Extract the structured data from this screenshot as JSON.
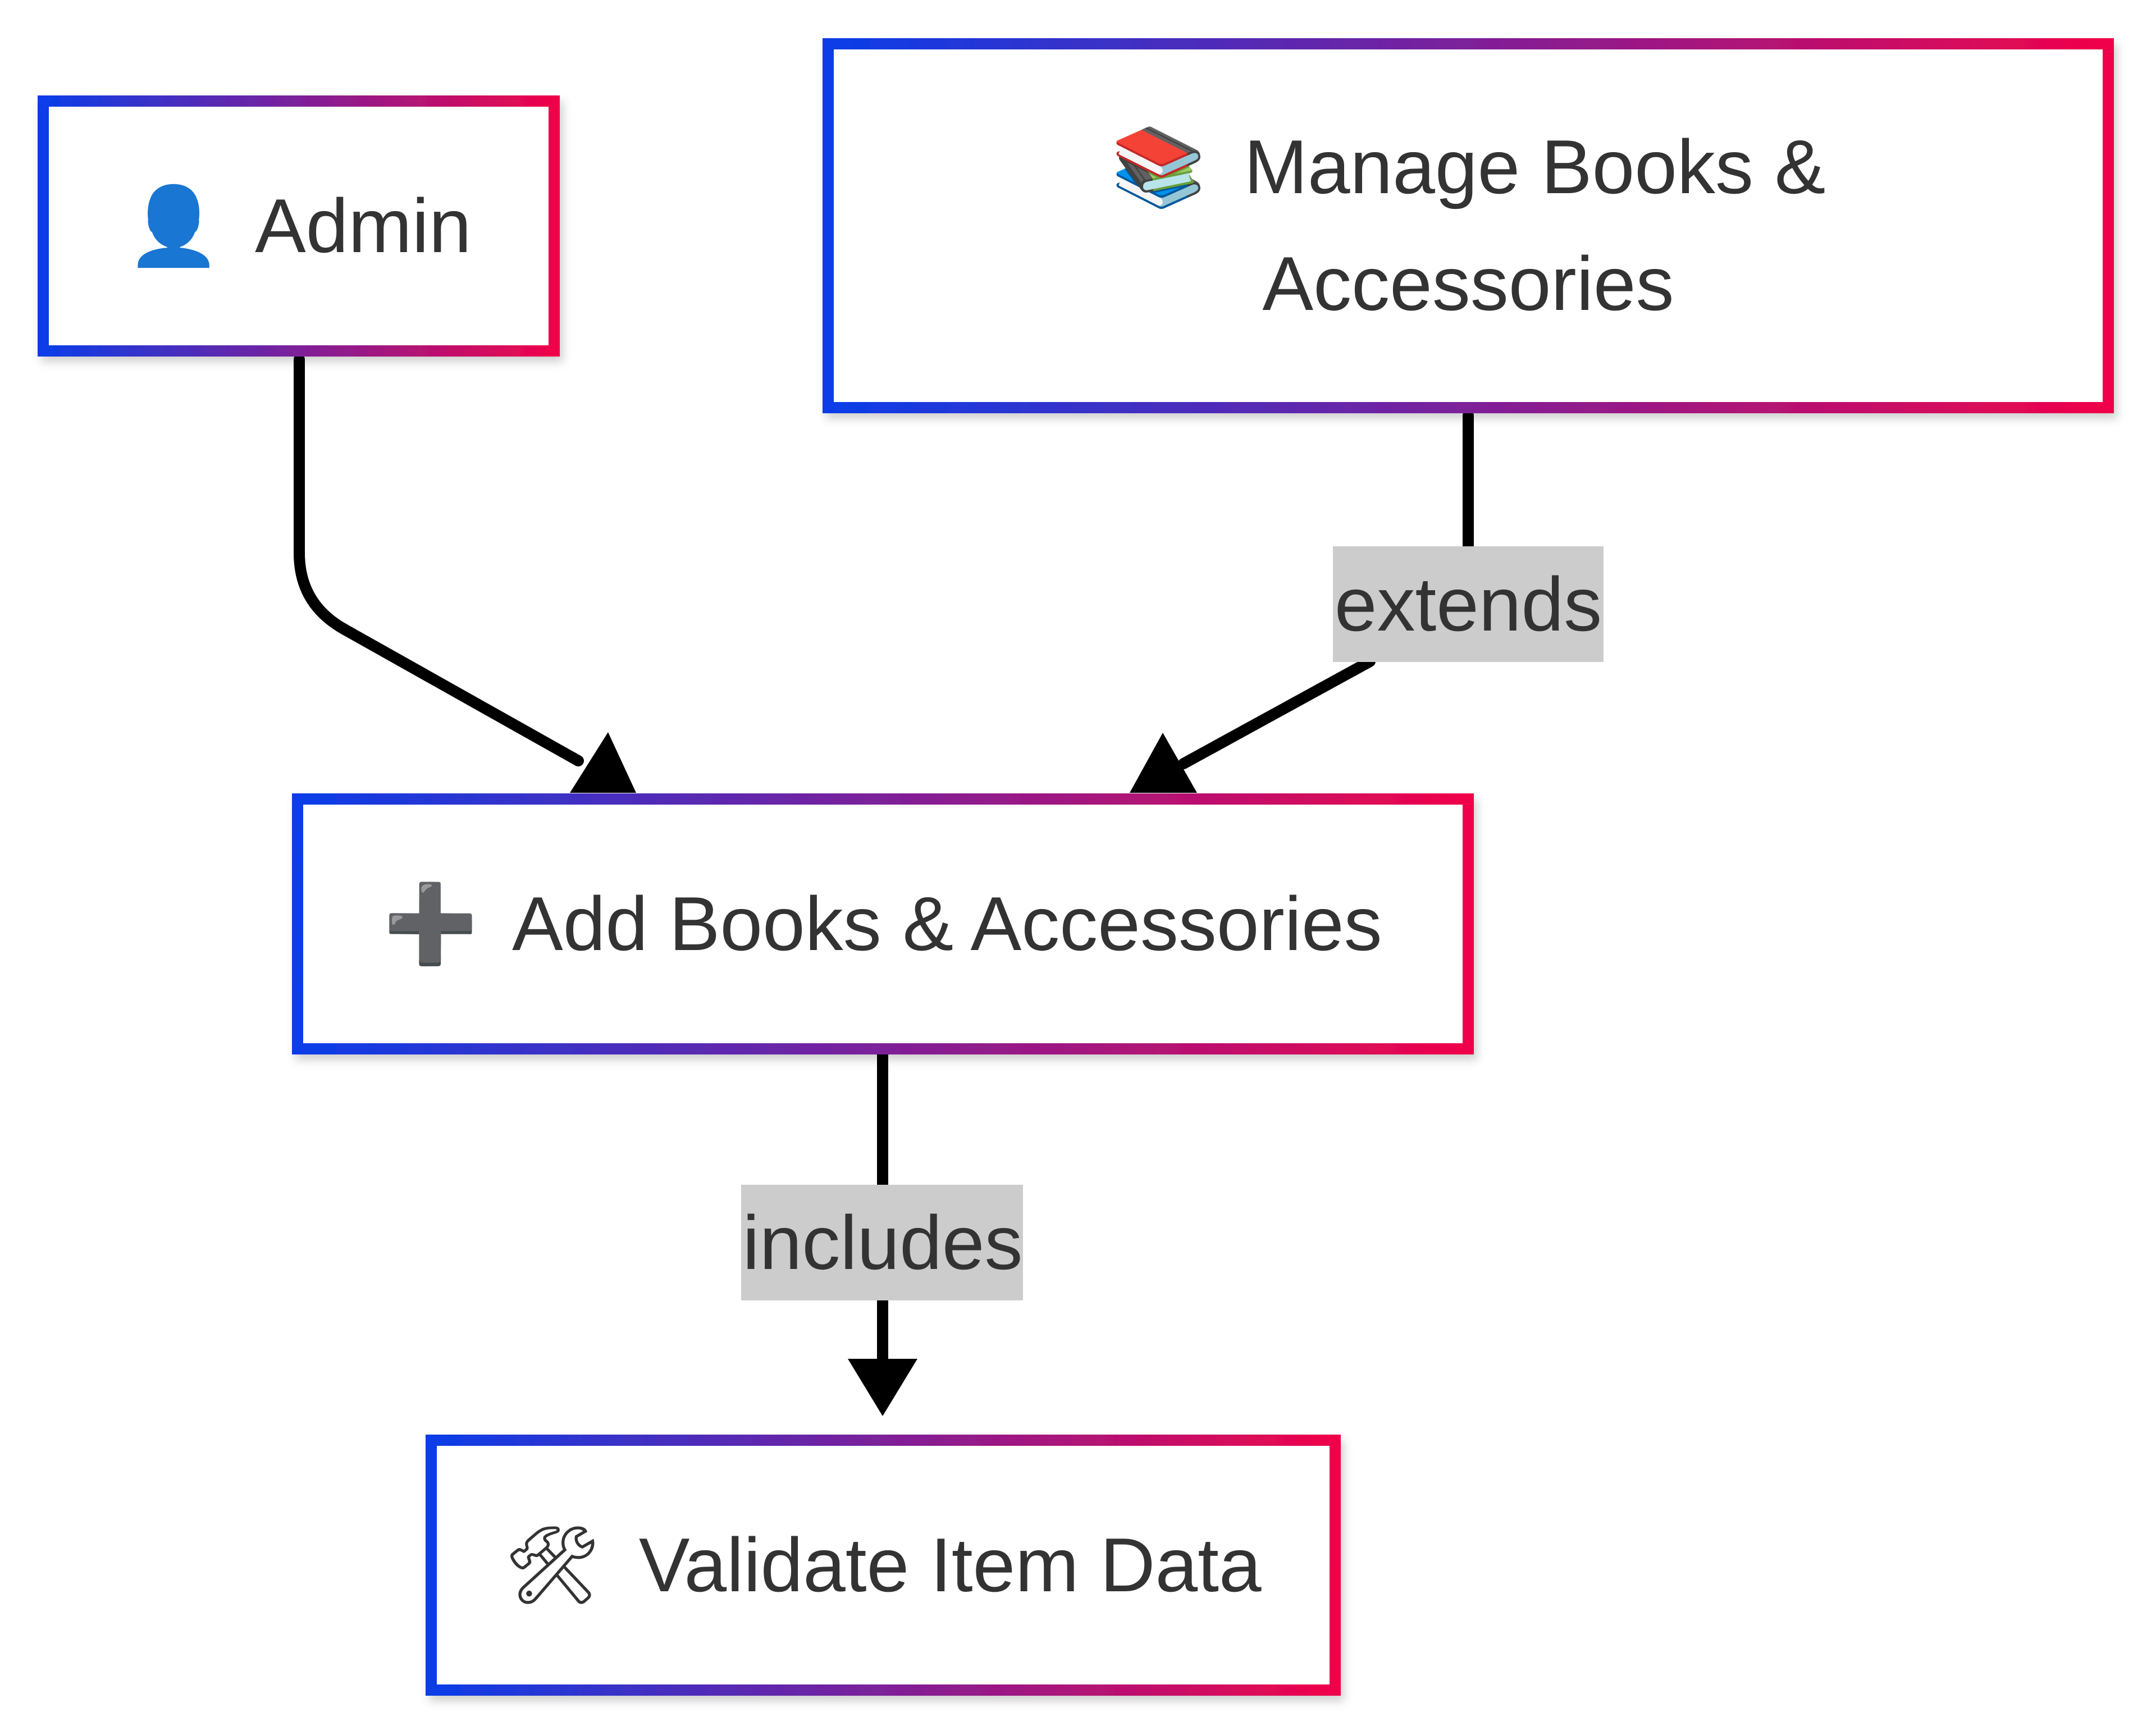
{
  "colors": {
    "border_start": "#0a3de8",
    "border_end": "#f0034a",
    "text": "#333333",
    "edge": "#000000",
    "label_background": "#cccccc"
  },
  "nodes": {
    "admin": {
      "icon": "user-silhouette-icon",
      "glyph": "👤",
      "label": "Admin"
    },
    "manage": {
      "icon": "books-icon",
      "glyph": "📚",
      "label_line1": "Manage Books &",
      "label_line2": "Accessories"
    },
    "add": {
      "icon": "plus-icon",
      "glyph": "➕",
      "label": "Add Books & Accessories"
    },
    "validate": {
      "icon": "hammer-and-wrench-icon",
      "glyph": "🛠",
      "label": "Validate Item Data"
    }
  },
  "edges": [
    {
      "from": "Admin",
      "to": "Add Books & Accessories",
      "label": ""
    },
    {
      "from": "Manage Books & Accessories",
      "to": "Add Books & Accessories",
      "label": "extends"
    },
    {
      "from": "Add Books & Accessories",
      "to": "Validate Item Data",
      "label": "includes"
    }
  ]
}
